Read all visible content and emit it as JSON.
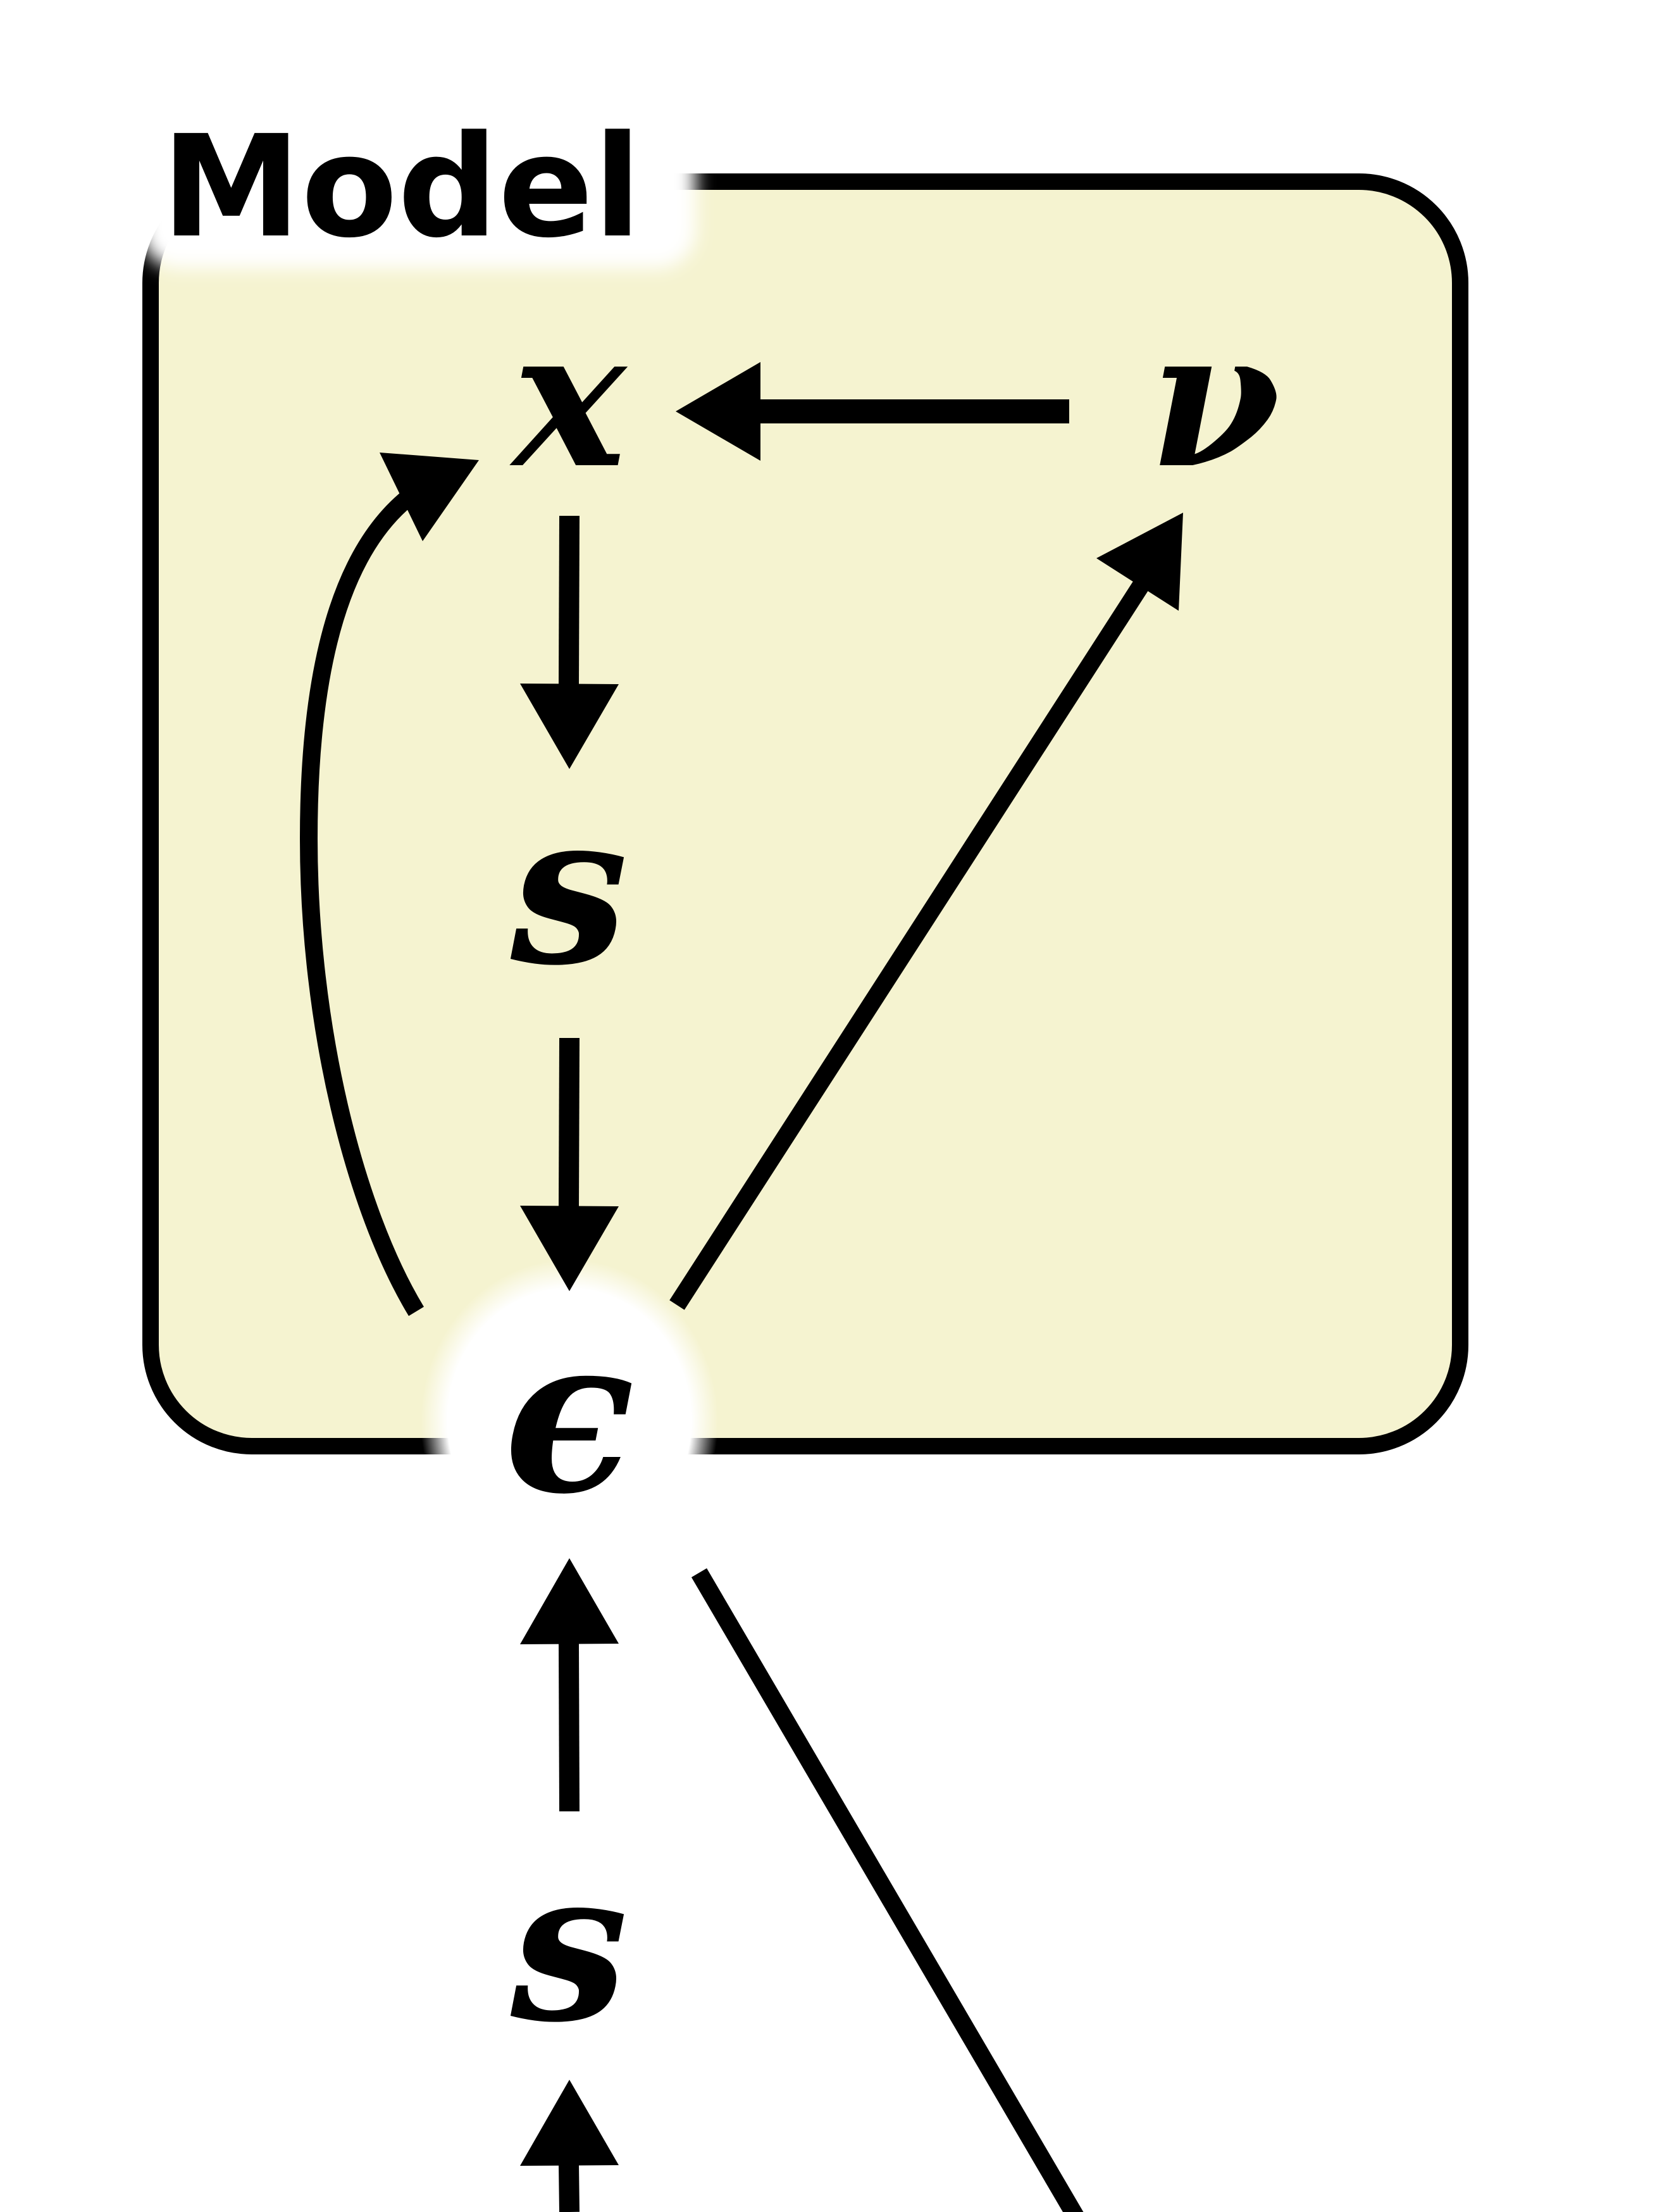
{
  "diagram": {
    "box_title": "Model",
    "colors": {
      "box_fill": "#f5f3d0",
      "stroke": "#000000",
      "background": "#ffffff"
    },
    "nodes": {
      "x": "x",
      "nu": "ν",
      "s_inner": "s",
      "epsilon": "ϵ",
      "s_outer": "s"
    },
    "edges": [
      {
        "from": "nu",
        "to": "x"
      },
      {
        "from": "x",
        "to": "s_inner"
      },
      {
        "from": "s_inner",
        "to": "epsilon"
      },
      {
        "from": "epsilon",
        "to": "nu"
      },
      {
        "from": "epsilon",
        "to": "x"
      },
      {
        "from": "s_outer",
        "to": "epsilon"
      },
      {
        "from": "?",
        "to": "s_outer"
      }
    ]
  }
}
